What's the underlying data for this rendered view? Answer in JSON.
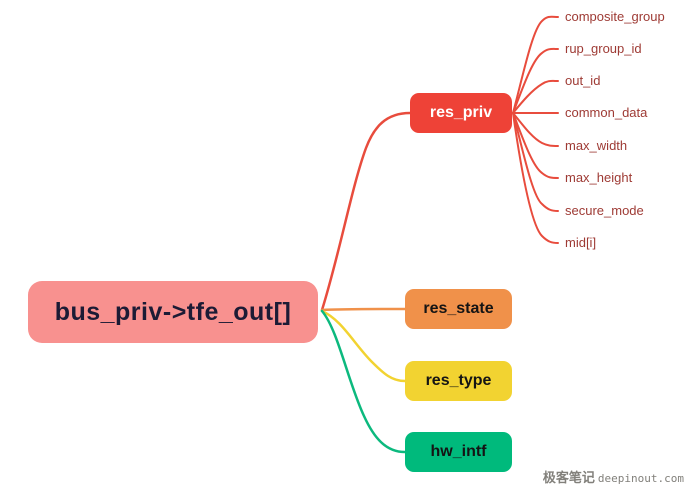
{
  "diagram": {
    "title": "tfe_out mindmap",
    "root": {
      "label": "bus_priv->tfe_out[]",
      "fill_color": "#F8918F",
      "text_color": "#1C1B35"
    },
    "branches": [
      {
        "label": "res_priv",
        "fill_color": "#EE4237",
        "text_color": "#FFFFFF",
        "line_color": "#E84C3D",
        "children": [
          "composite_group",
          "rup_group_id",
          "out_id",
          "common_data",
          "max_width",
          "max_height",
          "secure_mode",
          "mid[i]"
        ]
      },
      {
        "label": "res_state",
        "fill_color": "#F0914A",
        "text_color": "#141414",
        "line_color": "#F0914A",
        "children": []
      },
      {
        "label": "res_type",
        "fill_color": "#F2D331",
        "text_color": "#141414",
        "line_color": "#F2D331",
        "children": []
      },
      {
        "label": "hw_intf",
        "fill_color": "#00BA7C",
        "text_color": "#141414",
        "line_color": "#0CB97E",
        "children": []
      }
    ],
    "child_label_color": "#9E3A34"
  },
  "watermark": {
    "cn_text": "极客笔记",
    "site_text": "deepinout.com"
  }
}
